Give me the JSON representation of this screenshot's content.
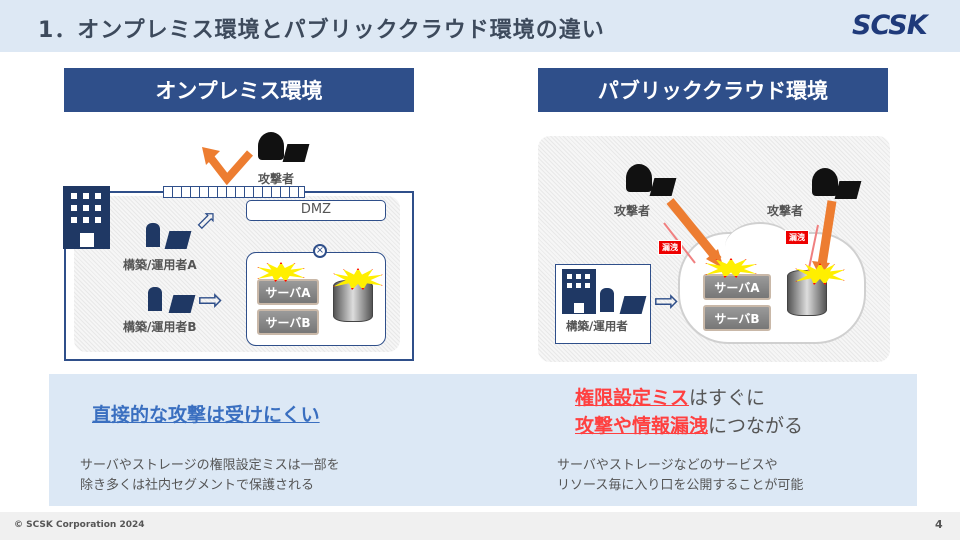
{
  "header": {
    "title": "1．オンプレミス環境とパブリッククラウド環境の違い",
    "logo": "SCSK"
  },
  "onprem": {
    "heading": "オンプレミス環境",
    "attacker": "攻撃者",
    "dmz": "DMZ",
    "user_a": "構築/運用者A",
    "user_b": "構築/運用者B",
    "server_a": "サーバA",
    "server_b": "サーバB",
    "summary": "直接的な攻撃は受けにくい",
    "desc_line1": "サーバやストレージの権限設定ミスは一部を",
    "desc_line2": "除き多くは社内セグメントで保護される"
  },
  "cloud": {
    "heading": "パブリッククラウド環境",
    "attacker1": "攻撃者",
    "attacker2": "攻撃者",
    "leak1": "漏洩",
    "leak2": "漏洩",
    "user": "構築/運用者",
    "server_a": "サーバA",
    "server_b": "サーバB",
    "summary_hl1": "権限設定ミス",
    "summary_rest1": "はすぐに",
    "summary_hl2": "攻撃や情報漏洩",
    "summary_rest2": "につながる",
    "desc_line1": "サーバやストレージなどのサービスや",
    "desc_line2": "リソース毎に入り口を公開することが可能"
  },
  "footer": {
    "copyright": "© SCSK Corporation 2024",
    "page": "4"
  },
  "colors": {
    "navy": "#2f4f8a",
    "accent_red": "#ff4040",
    "arrow_orange": "#ed7d31"
  }
}
